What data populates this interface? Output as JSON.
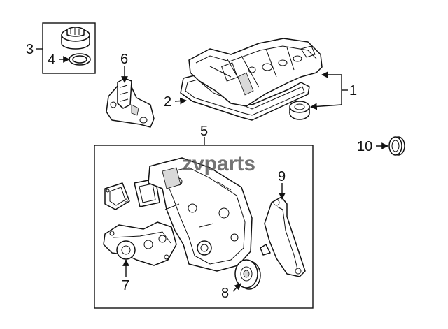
{
  "watermark": "zvparts",
  "callouts": {
    "c1": "1",
    "c2": "2",
    "c3": "3",
    "c4": "4",
    "c5": "5",
    "c6": "6",
    "c7": "7",
    "c8": "8",
    "c9": "9",
    "c10": "10"
  },
  "colors": {
    "line": "#111111",
    "background": "#ffffff",
    "watermark": "#5a5a5a"
  }
}
